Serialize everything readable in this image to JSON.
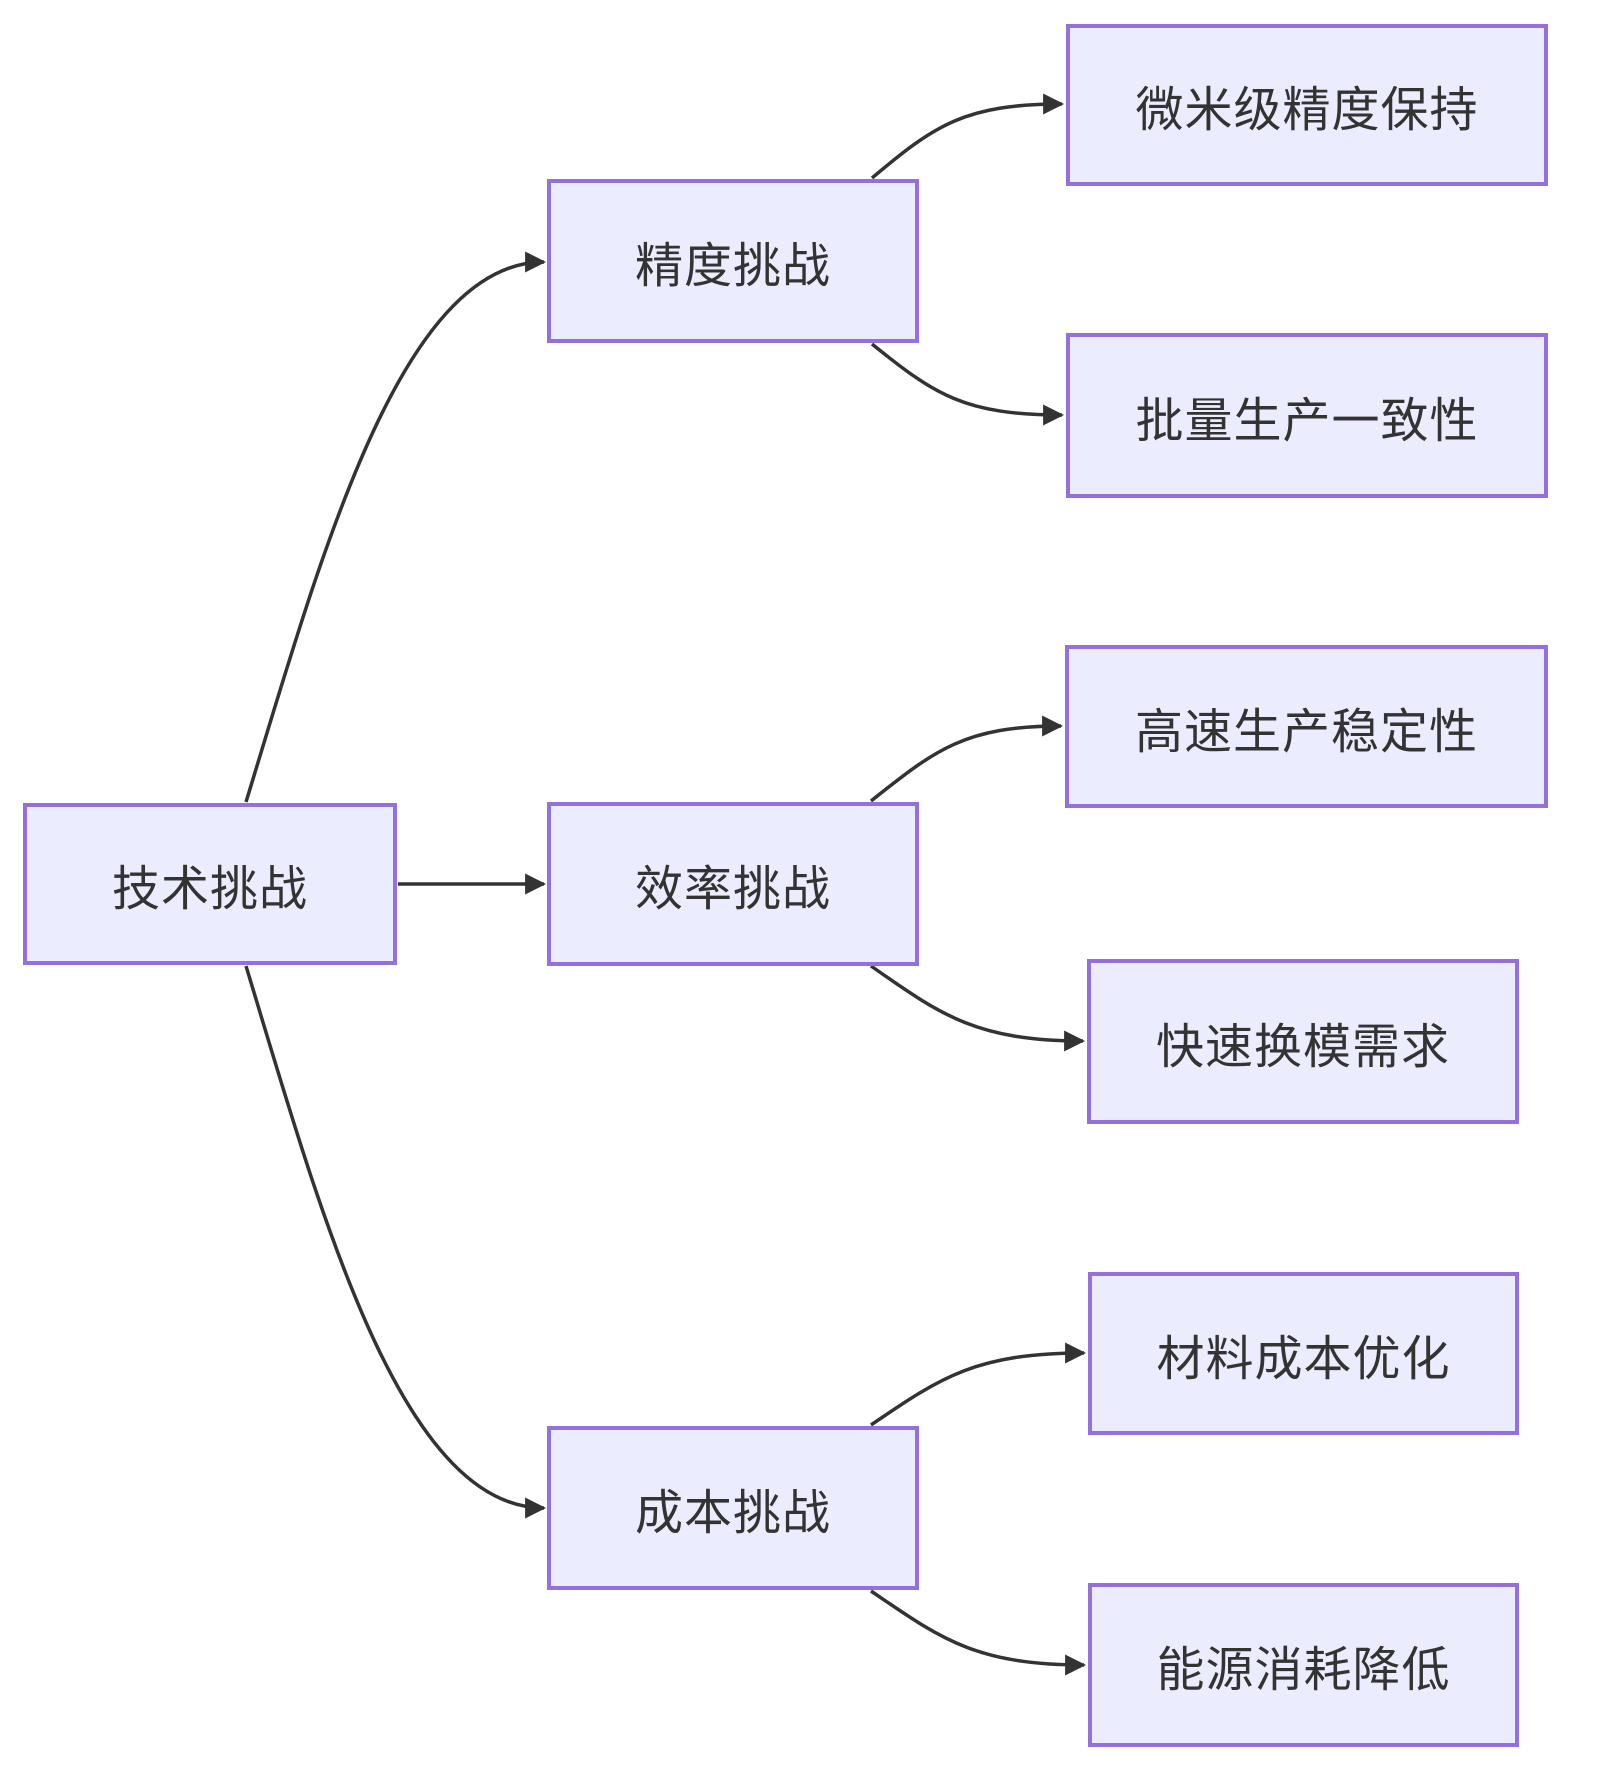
{
  "diagram": {
    "type": "flowchart-left-to-right",
    "root": {
      "id": "technical-challenges",
      "label": "技术挑战"
    },
    "branches": [
      {
        "id": "precision-challenge",
        "label": "精度挑战",
        "children": [
          {
            "id": "micron-precision",
            "label": "微米级精度保持"
          },
          {
            "id": "batch-consistency",
            "label": "批量生产一致性"
          }
        ]
      },
      {
        "id": "efficiency-challenge",
        "label": "效率挑战",
        "children": [
          {
            "id": "highspeed-stability",
            "label": "高速生产稳定性"
          },
          {
            "id": "quick-changeover",
            "label": "快速换模需求"
          }
        ]
      },
      {
        "id": "cost-challenge",
        "label": "成本挑战",
        "children": [
          {
            "id": "material-cost",
            "label": "材料成本优化"
          },
          {
            "id": "energy-reduction",
            "label": "能源消耗降低"
          }
        ]
      }
    ],
    "edges": [
      {
        "from": "技术挑战",
        "to": "精度挑战"
      },
      {
        "from": "技术挑战",
        "to": "效率挑战"
      },
      {
        "from": "技术挑战",
        "to": "成本挑战"
      },
      {
        "from": "精度挑战",
        "to": "微米级精度保持"
      },
      {
        "from": "精度挑战",
        "to": "批量生产一致性"
      },
      {
        "from": "效率挑战",
        "to": "高速生产稳定性"
      },
      {
        "from": "效率挑战",
        "to": "快速换模需求"
      },
      {
        "from": "成本挑战",
        "to": "材料成本优化"
      },
      {
        "from": "成本挑战",
        "to": "能源消耗降低"
      }
    ],
    "colors": {
      "background": "#FFFFFF",
      "node_fill": "#ECECFF",
      "node_border": "#9370DB",
      "edge": "#333333",
      "text": "#333333"
    }
  }
}
